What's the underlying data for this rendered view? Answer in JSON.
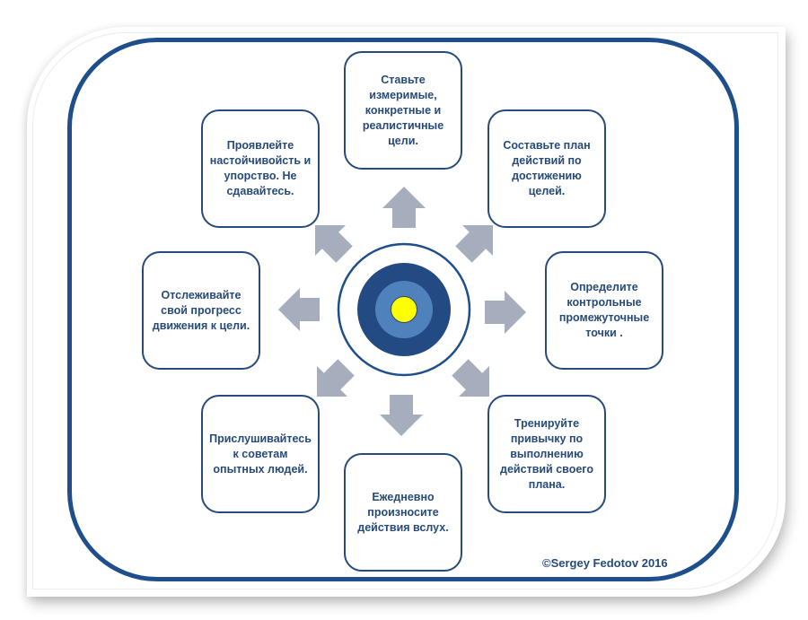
{
  "diagram": {
    "title": "",
    "center": {
      "icon": "target-icon",
      "colors": {
        "outer_ring": "#1f4e8c",
        "dark_ring": "#234a82",
        "mid_ring": "#4f81bd",
        "bullseye": "#ffff00"
      }
    },
    "arrow_color": "#a6adbd",
    "frame_color": "#1f4e8c",
    "text_color": "#264a7a",
    "steps": [
      {
        "id": "top",
        "text": "Ставьте\nизмеримые,\nконкретные и\nреалистичные\nцели."
      },
      {
        "id": "top-right",
        "text": "Составьте план\nдействий по\nдостижению\nцелей."
      },
      {
        "id": "right",
        "text": "Определите\nконтрольные\nпромежуточные\nточки ."
      },
      {
        "id": "bottom-right",
        "text": "Тренируйте\nпривычку по\nвыполнению\nдействий своего\nплана."
      },
      {
        "id": "bottom",
        "text": "Ежедневно\nпроизносите\nдействия вслух."
      },
      {
        "id": "bottom-left",
        "text": "Прислушивайтесь\nк советам\nопытных  людей."
      },
      {
        "id": "left",
        "text": "Отслеживайте\nсвой прогресс\nдвижения к цели."
      },
      {
        "id": "top-left",
        "text": "Проявлейте\nнастойчивойсть и\nупорство. Не\nсдавайтесь."
      }
    ],
    "copyright": "©Sergey Fedotov 2016"
  }
}
